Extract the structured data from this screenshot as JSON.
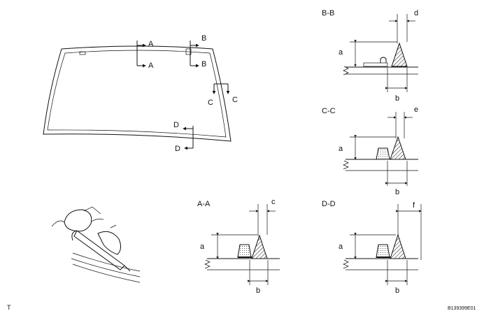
{
  "windshield": {
    "marker_a_top": "A",
    "marker_a_bottom": "A",
    "marker_b_top": "B",
    "marker_b_bottom": "B",
    "marker_c_left": "C",
    "marker_c_right": "C",
    "marker_d_top": "D",
    "marker_d_bottom": "D"
  },
  "sections": {
    "bb": {
      "title": "B-B",
      "dim_a": "a",
      "dim_b": "b",
      "dim_top": "d"
    },
    "cc": {
      "title": "C-C",
      "dim_a": "a",
      "dim_b": "b",
      "dim_top": "e"
    },
    "aa": {
      "title": "A-A",
      "dim_a": "a",
      "dim_b": "b",
      "dim_top": "c"
    },
    "dd": {
      "title": "D-D",
      "dim_a": "a",
      "dim_b": "b",
      "dim_top": "f"
    }
  },
  "footer": {
    "left_mark": "T",
    "code": "B139399E01"
  }
}
